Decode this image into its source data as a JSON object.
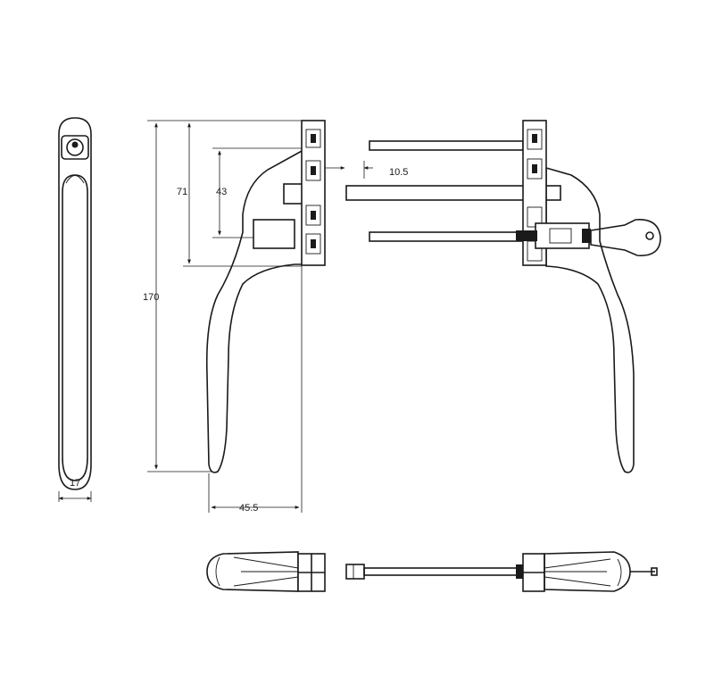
{
  "dimensions": {
    "overall_height": "170",
    "upper_height": "71",
    "spindle_spacing": "43",
    "gap": "10.5",
    "projection": "45.5",
    "width": "17"
  },
  "colors": {
    "line": "#1a1a1a",
    "background": "#ffffff"
  }
}
